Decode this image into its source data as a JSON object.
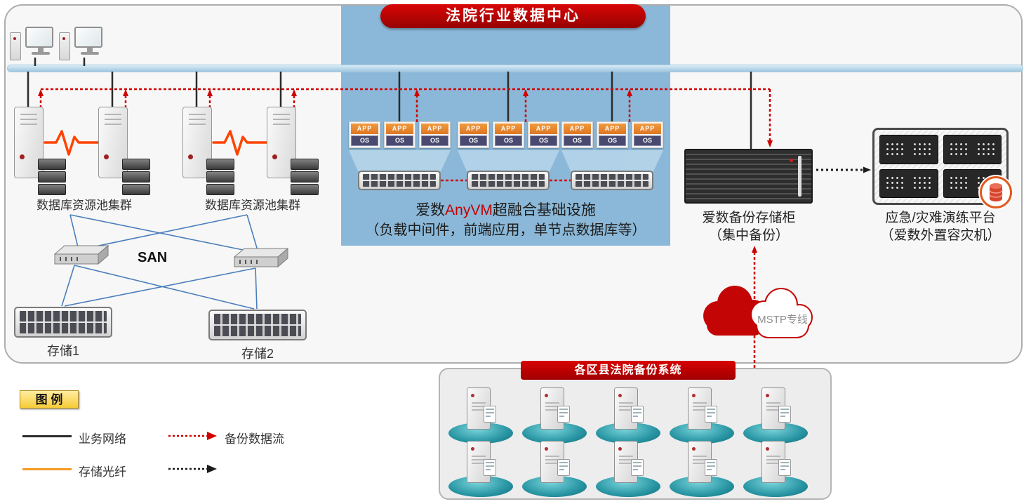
{
  "title": {
    "banner": "法院行业数据中心"
  },
  "clusters": {
    "label": "数据库资源池集群"
  },
  "hci": {
    "app_label": "APP",
    "os_label": "OS",
    "title_prefix": "爱数",
    "title_brand": "AnyVM",
    "title_suffix": "超融合基础设施",
    "subtitle": "（负载中间件，前端应用，单节点数据库等）"
  },
  "san": {
    "label": "SAN",
    "storage1_label": "存储1",
    "storage2_label": "存储2"
  },
  "backup_cabinet": {
    "name": "爱数备份存储柜",
    "subtitle": "（集中备份）"
  },
  "dr_platform": {
    "name": "应急/灾难演练平台",
    "subtitle": "（爱数外置容灾机）"
  },
  "wan": {
    "cloud_label": "MSTP专线"
  },
  "branch": {
    "banner": "各区县法院备份系统"
  },
  "legend": {
    "title": "图 例",
    "items": [
      {
        "label": "业务网络"
      },
      {
        "label": "备份数据流"
      },
      {
        "label": "存储光纤"
      }
    ]
  },
  "colors": {
    "banner_red": "#b50404",
    "panel_blue": "#8bb8d8",
    "flow_red": "#cf0000",
    "app_orange": "#e2812f",
    "os_navy": "#4a4a70",
    "fiber_orange": "#f59a23",
    "san_line_blue": "#4a7ebb",
    "heartbeat_orange": "#ff4300"
  }
}
